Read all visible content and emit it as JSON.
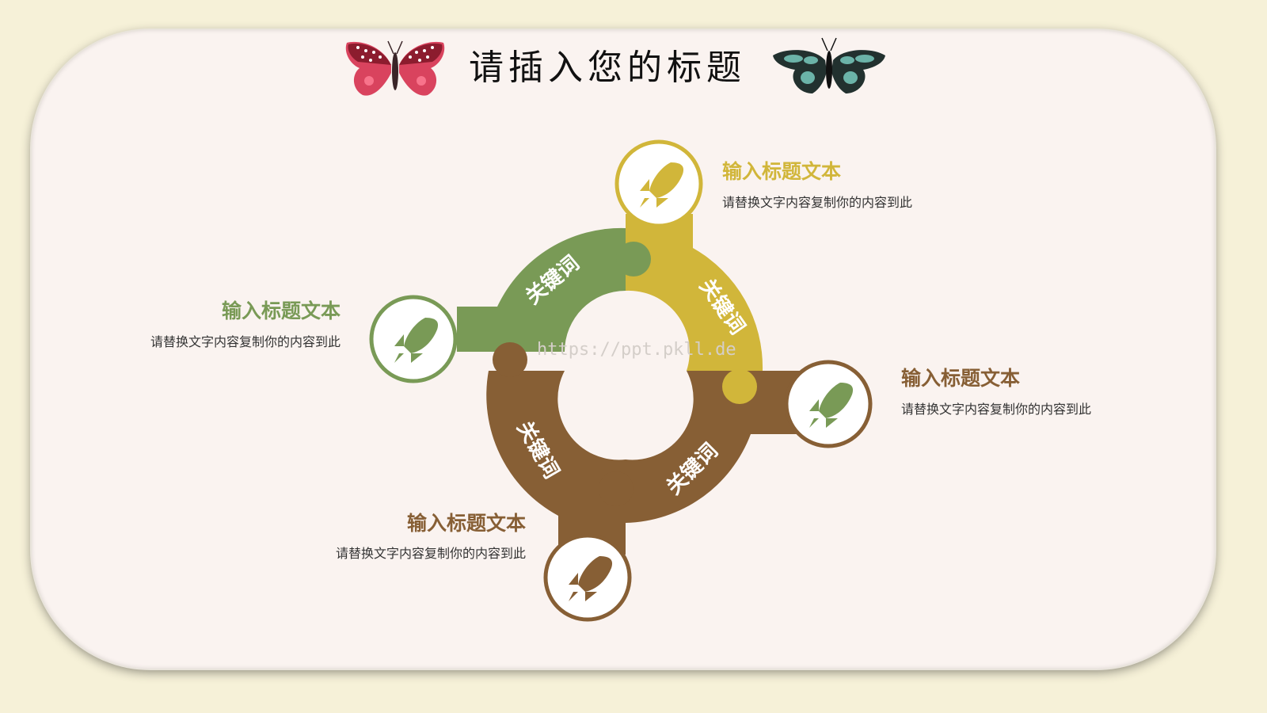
{
  "slide": {
    "title": "请插入您的标题",
    "watermark": "https://ppt.pkll.de"
  },
  "colors": {
    "green": "#799a56",
    "yellow": "#d1b63a",
    "brown": "#875f35",
    "background": "#f6f1d8",
    "card": "#faf3f0"
  },
  "segments": [
    {
      "keyword": "关键词",
      "color": "green"
    },
    {
      "keyword": "关键词",
      "color": "yellow"
    },
    {
      "keyword": "关键词",
      "color": "brown"
    },
    {
      "keyword": "关键词",
      "color": "brown"
    }
  ],
  "items": [
    {
      "heading": "输入标题文本",
      "description": "请替换文字内容复制你的内容到此",
      "color": "yellow",
      "icon": "rocket-icon"
    },
    {
      "heading": "输入标题文本",
      "description": "请替换文字内容复制你的内容到此",
      "color": "green",
      "icon": "rocket-icon"
    },
    {
      "heading": "输入标题文本",
      "description": "请替换文字内容复制你的内容到此",
      "color": "brown",
      "icon": "rocket-icon"
    },
    {
      "heading": "输入标题文本",
      "description": "请替换文字内容复制你的内容到此",
      "color": "brown",
      "icon": "rocket-icon"
    }
  ],
  "decorations": [
    "pink-butterfly-image",
    "teal-butterfly-image"
  ]
}
